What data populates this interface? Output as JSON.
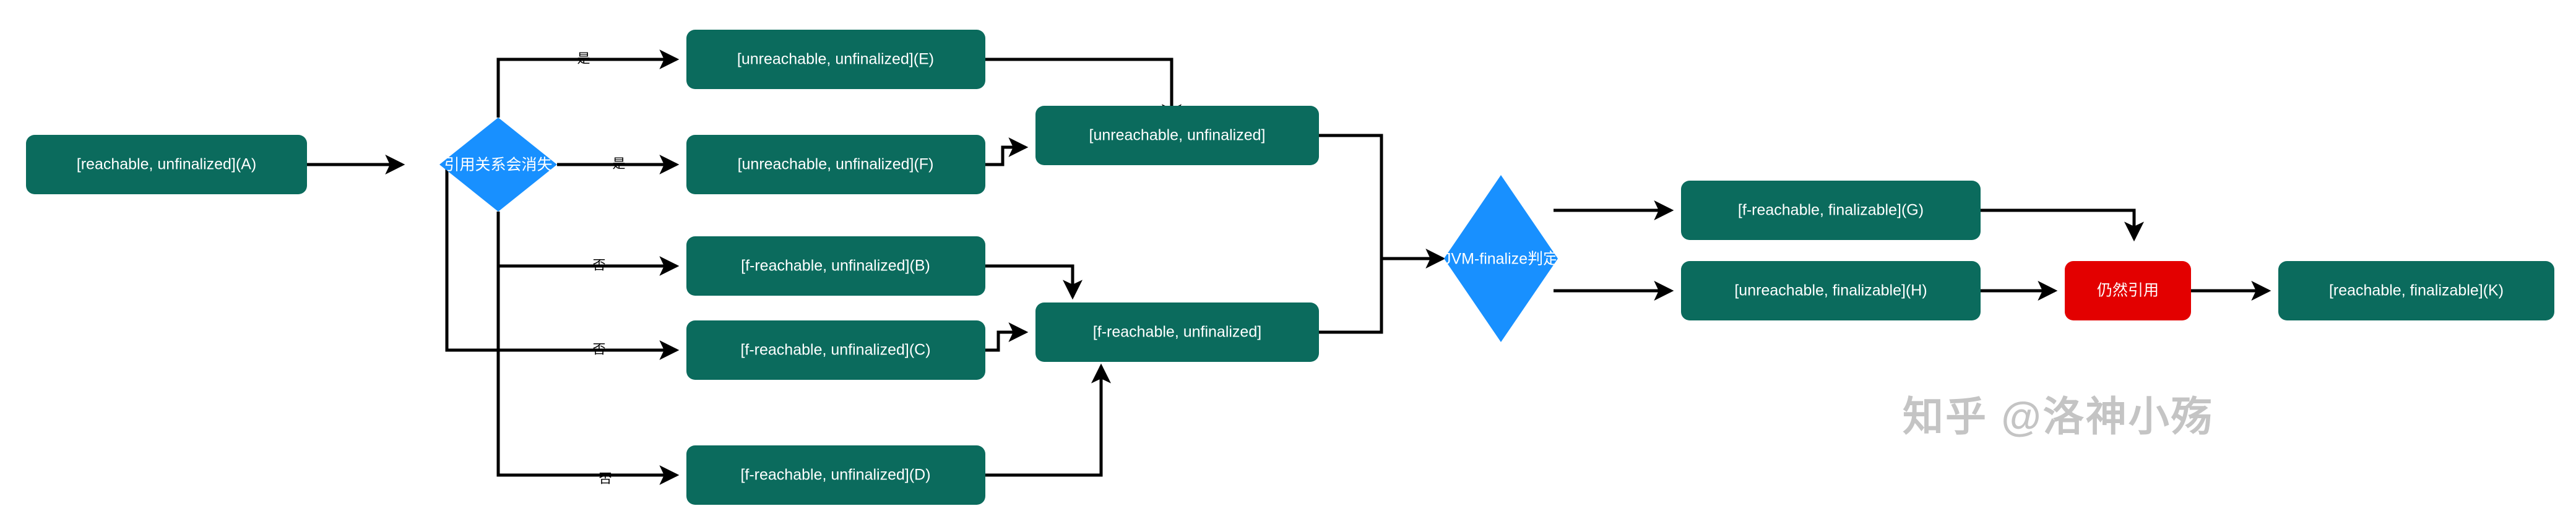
{
  "diagram": {
    "type": "flowchart",
    "direction": "left-to-right",
    "background": "#ffffff",
    "colors": {
      "process_fill": "#0B6B5D",
      "decision_fill": "#1890FF",
      "alert_fill": "#E30000",
      "edge_stroke": "#000000",
      "node_text": "#ffffff",
      "edge_label_text": "#000000",
      "watermark_text": "#b8b8b8"
    },
    "nodes": [
      {
        "id": "A",
        "label": "[reachable, unfinalized](A)",
        "shape": "rounded-rect",
        "style": "process"
      },
      {
        "id": "DEC1",
        "label": "引用关系会消失",
        "shape": "diamond",
        "style": "decision"
      },
      {
        "id": "E",
        "label": "[unreachable, unfinalized](E)",
        "shape": "rounded-rect",
        "style": "process"
      },
      {
        "id": "F",
        "label": "[unreachable, unfinalized](F)",
        "shape": "rounded-rect",
        "style": "process"
      },
      {
        "id": "B",
        "label": "[f-reachable, unfinalized](B)",
        "shape": "rounded-rect",
        "style": "process"
      },
      {
        "id": "C",
        "label": "[f-reachable, unfinalized](C)",
        "shape": "rounded-rect",
        "style": "process"
      },
      {
        "id": "D",
        "label": "[f-reachable, unfinalized](D)",
        "shape": "rounded-rect",
        "style": "process"
      },
      {
        "id": "M1",
        "label": "[unreachable, unfinalized]",
        "shape": "rounded-rect",
        "style": "process"
      },
      {
        "id": "M2",
        "label": "[f-reachable, unfinalized]",
        "shape": "rounded-rect",
        "style": "process"
      },
      {
        "id": "DEC2",
        "label": "JVM-finalize判定",
        "shape": "diamond",
        "style": "decision"
      },
      {
        "id": "G",
        "label": "[f-reachable, finalizable](G)",
        "shape": "rounded-rect",
        "style": "process"
      },
      {
        "id": "H",
        "label": "[unreachable, finalizable](H)",
        "shape": "rounded-rect",
        "style": "process"
      },
      {
        "id": "R",
        "label": "仍然引用",
        "shape": "rounded-rect",
        "style": "alert"
      },
      {
        "id": "K",
        "label": "[reachable, finalizable](K)",
        "shape": "rounded-rect",
        "style": "process"
      }
    ],
    "edges": [
      {
        "from": "A",
        "to": "DEC1",
        "label": ""
      },
      {
        "from": "DEC1",
        "to": "E",
        "label": "是"
      },
      {
        "from": "DEC1",
        "to": "F",
        "label": "是"
      },
      {
        "from": "DEC1",
        "to": "B",
        "label": "否"
      },
      {
        "from": "DEC1",
        "to": "C",
        "label": "否"
      },
      {
        "from": "DEC1",
        "to": "D",
        "label": "否"
      },
      {
        "from": "E",
        "to": "M1",
        "label": ""
      },
      {
        "from": "F",
        "to": "M1",
        "label": ""
      },
      {
        "from": "B",
        "to": "M2",
        "label": ""
      },
      {
        "from": "C",
        "to": "M2",
        "label": ""
      },
      {
        "from": "D",
        "to": "M2",
        "label": ""
      },
      {
        "from": "M1",
        "to": "DEC2",
        "label": ""
      },
      {
        "from": "M2",
        "to": "DEC2",
        "label": ""
      },
      {
        "from": "DEC2",
        "to": "G",
        "label": ""
      },
      {
        "from": "DEC2",
        "to": "H",
        "label": ""
      },
      {
        "from": "G",
        "to": "R",
        "label": ""
      },
      {
        "from": "H",
        "to": "R",
        "label": ""
      },
      {
        "from": "R",
        "to": "K",
        "label": ""
      }
    ]
  },
  "watermark": {
    "text": "知乎 @洛神小殇"
  }
}
